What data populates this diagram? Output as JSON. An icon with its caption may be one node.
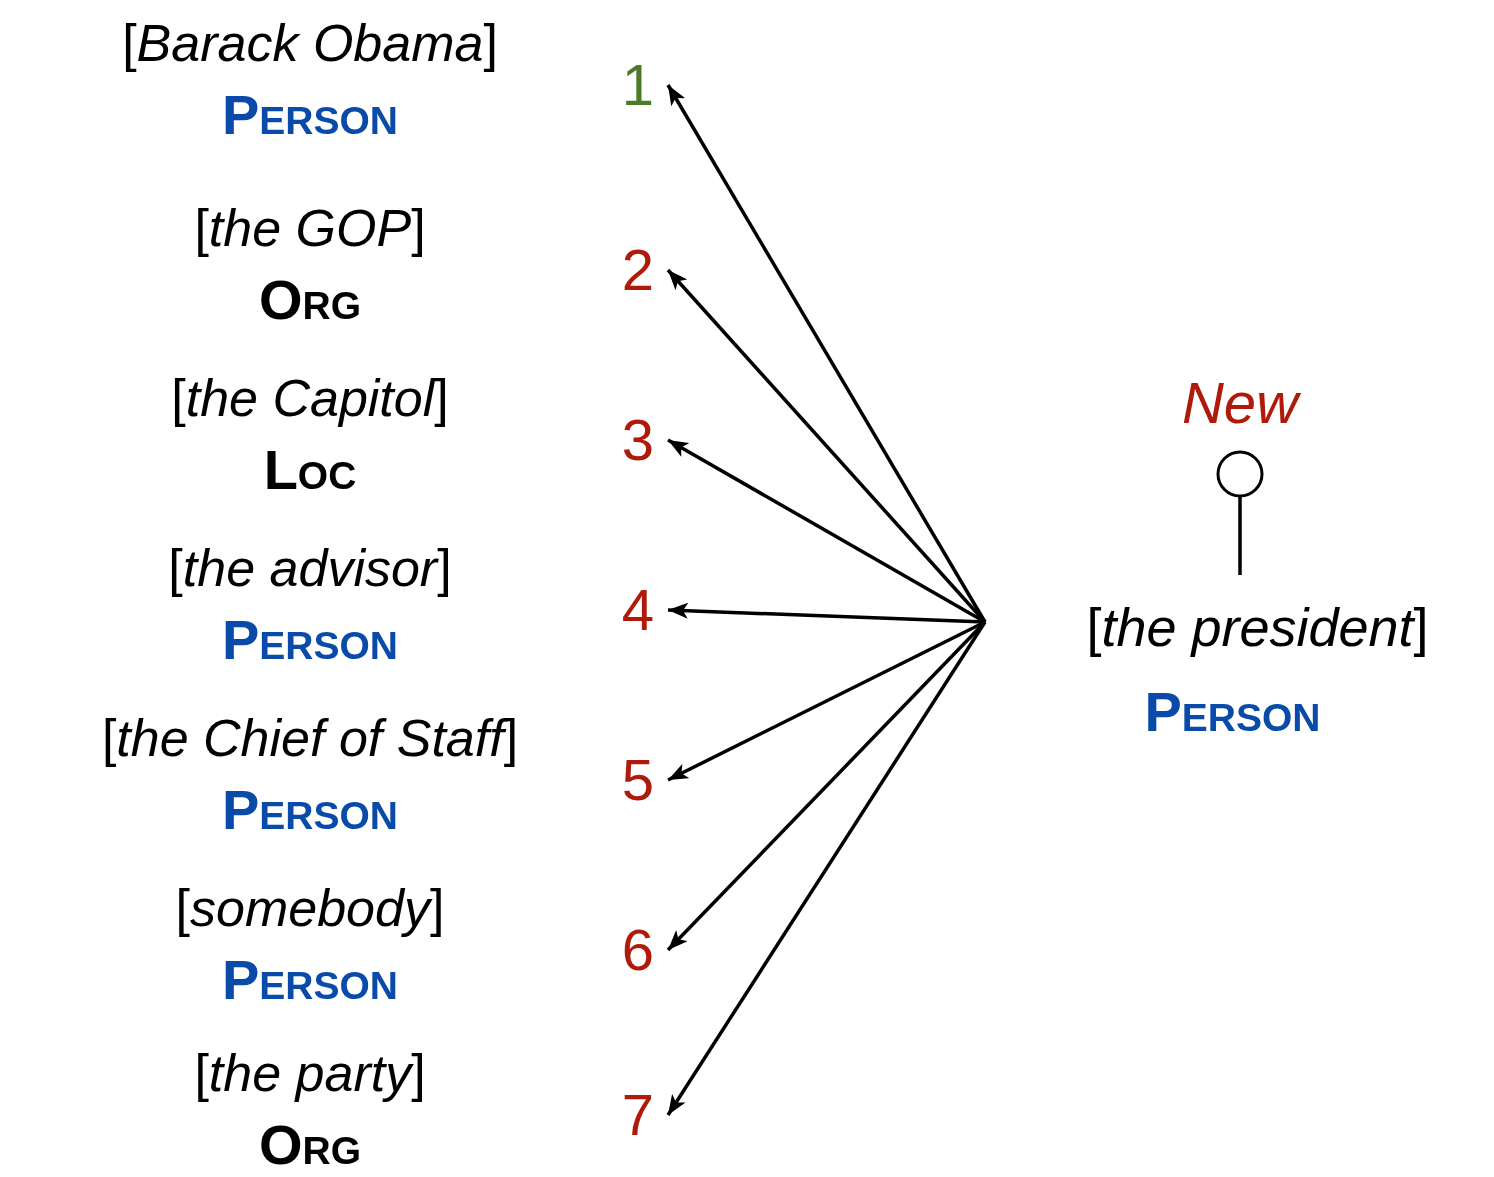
{
  "diagram": {
    "nodes": [
      {
        "text": [
          "1"
        ]
      },
      {
        "text": [
          "2"
        ]
      },
      {
        "text": [
          "3"
        ]
      },
      {
        "text": [
          "4"
        ]
      },
      {
        "text": [
          "5"
        ]
      },
      {
        "text": [
          "6"
        ]
      },
      {
        "text": [
          "7"
        ]
      },
      {
        "text": [
          "[*the president*]",
          "Person"
        ]
      },
      {
        "text": [
          "New"
        ]
      }
    ],
    "edges": [
      {
        "from": 7,
        "to": 0,
        "arrow": "to"
      },
      {
        "from": 7,
        "to": 1,
        "arrow": "to"
      },
      {
        "from": 7,
        "to": 2,
        "arrow": "to"
      },
      {
        "from": 7,
        "to": 3,
        "arrow": "to"
      },
      {
        "from": 7,
        "to": 4,
        "arrow": "to"
      },
      {
        "from": 7,
        "to": 5,
        "arrow": "to"
      },
      {
        "from": 7,
        "to": 6,
        "arrow": "to"
      },
      {
        "from": 7,
        "to": 8,
        "arrow": "other"
      }
    ],
    "labels": [
      "[*Barack Obama*]",
      "Person",
      "[*the GOP*]",
      "Org",
      "[*the Capitol*]",
      "Loc",
      "[*the advisor*]",
      "Person",
      "[*the Chief of Staff*]",
      "Person",
      "[*somebody*]",
      "Person",
      "[*the party*]",
      "Org"
    ]
  }
}
